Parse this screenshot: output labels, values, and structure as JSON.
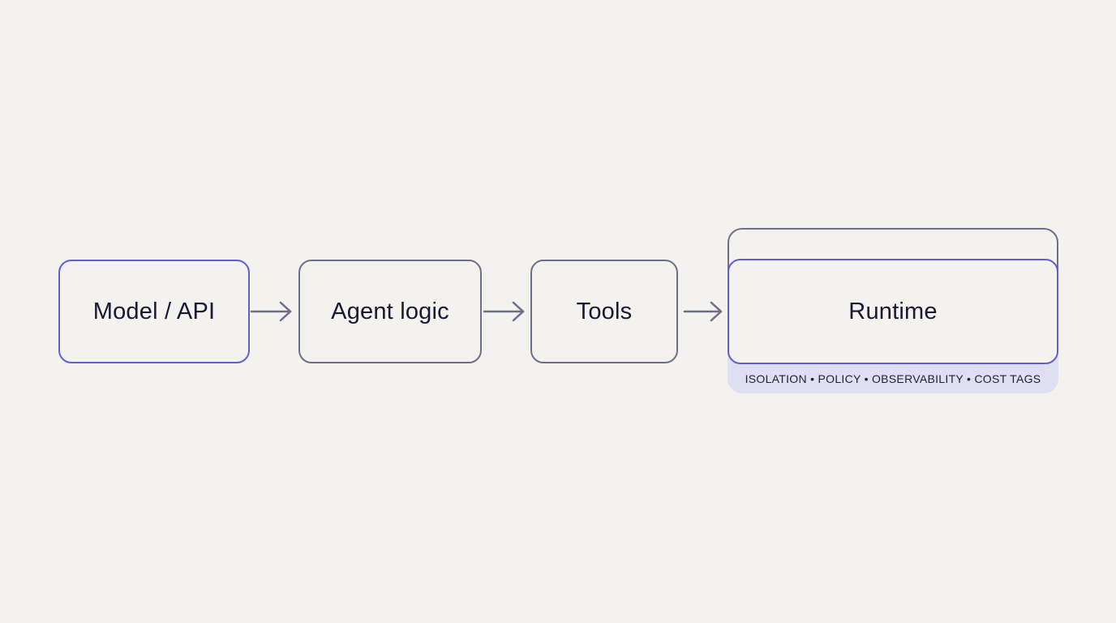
{
  "diagram": {
    "nodes": {
      "model": {
        "label": "Model / API",
        "style": "accent"
      },
      "agent": {
        "label": "Agent logic",
        "style": "muted"
      },
      "tools": {
        "label": "Tools",
        "style": "muted"
      },
      "runtime": {
        "label": "Runtime",
        "style": "accent",
        "tag": "ISOLATION • POLICY • OBSERVABILITY • COST TAGS"
      }
    },
    "edges": [
      {
        "from": "model",
        "to": "agent"
      },
      {
        "from": "agent",
        "to": "tools"
      },
      {
        "from": "tools",
        "to": "runtime"
      }
    ],
    "colors": {
      "background": "#f3f2ee",
      "accent": "#5d5fd3",
      "muted": "#6b7088",
      "tag_fill": "#dfdff3",
      "text": "#161a33"
    }
  }
}
